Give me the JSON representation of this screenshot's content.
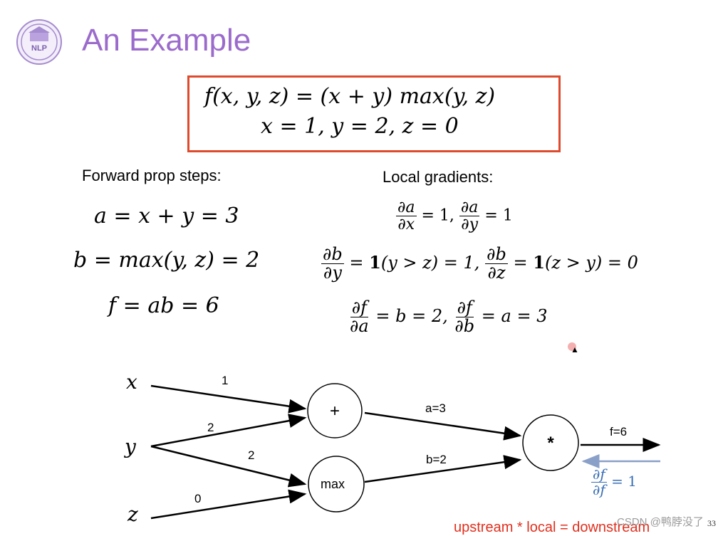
{
  "slide": {
    "title": "An Example",
    "page_number": "33",
    "watermark": "CSDN @鸭脖没了"
  },
  "equation_box": {
    "line1": "f(x, y, z) = (x + y) max(y, z)",
    "line2": "x = 1, y = 2, z = 0"
  },
  "forward": {
    "heading": "Forward prop steps:",
    "steps": [
      "a = x + y = 3",
      "b = max(y, z) = 2",
      "f = ab = 6"
    ]
  },
  "local": {
    "heading": "Local gradients:",
    "line1": {
      "num1": "∂a",
      "den1": "∂x",
      "eq1": "= 1,",
      "num2": "∂a",
      "den2": "∂y",
      "eq2": "= 1"
    },
    "line2": {
      "num1": "∂b",
      "den1": "∂y",
      "eq1a": "= ",
      "ind": "1",
      "eq1b": "(y > z) = 1,",
      "num2": "∂b",
      "den2": "∂z",
      "eq2a": "= ",
      "ind2": "1",
      "eq2b": "(z > y) = 0"
    },
    "line3": {
      "num1": "∂f",
      "den1": "∂a",
      "eq1": "= b = 2,",
      "num2": "∂f",
      "den2": "∂b",
      "eq2": "= a = 3"
    }
  },
  "graph": {
    "inputs": {
      "x": "x",
      "y": "y",
      "z": "z"
    },
    "nodes": {
      "plus": "+",
      "max": "max",
      "mult": "*"
    },
    "edge_labels": {
      "x_plus": "1",
      "y_plus": "2",
      "y_max": "2",
      "z_max": "0",
      "plus_mult": "a=3",
      "max_mult": "b=2",
      "output": "f=6"
    },
    "upstream_grad": {
      "num": "∂f",
      "den": "∂f",
      "eq": "= 1"
    },
    "caption": "upstream * local = downstream"
  },
  "colors": {
    "title": "#9b6bcc",
    "box_border": "#e04a2c",
    "caption": "#e0301e",
    "upstream_arrow": "#8aa0c8",
    "upstream_text": "#3a6fb5"
  }
}
